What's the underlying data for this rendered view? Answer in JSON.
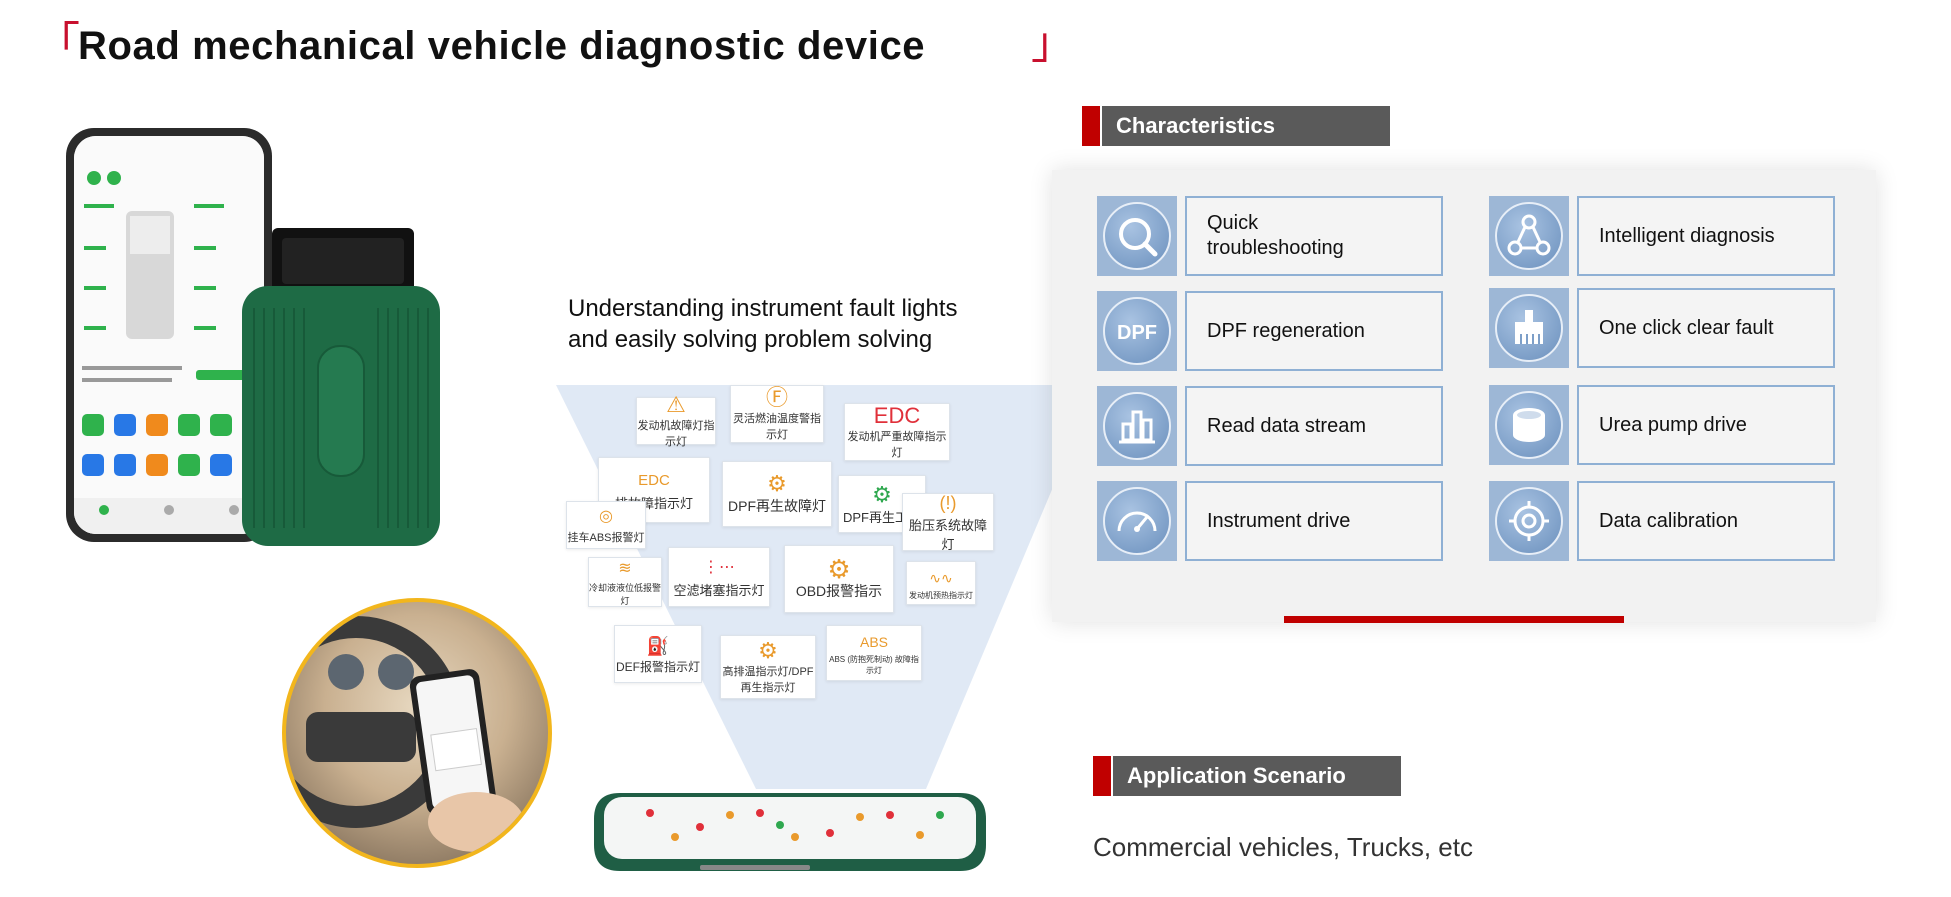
{
  "page": {
    "title": "Road mechanical vehicle diagnostic device",
    "bracket_left": "「",
    "bracket_right": "」"
  },
  "characteristics": {
    "heading": "Characteristics",
    "items": [
      {
        "label": "Quick troubleshooting",
        "icon": "magnifier-icon"
      },
      {
        "label": "Intelligent diagnosis",
        "icon": "network-icon"
      },
      {
        "label": "DPF regeneration",
        "icon": "dpf-icon",
        "icon_text": "DPF"
      },
      {
        "label": "One click clear fault",
        "icon": "clear-fault-icon"
      },
      {
        "label": "Read data stream",
        "icon": "bar-chart-icon"
      },
      {
        "label": "Urea pump drive",
        "icon": "urea-pump-icon"
      },
      {
        "label": "Instrument drive",
        "icon": "gauge-icon"
      },
      {
        "label": "Data calibration",
        "icon": "target-icon"
      }
    ]
  },
  "caption": {
    "line1": "Understanding instrument fault lights",
    "line2": "and easily solving problem solving"
  },
  "fault_lights": [
    {
      "label": "发动机故障灯指示灯",
      "symbol": "⚠"
    },
    {
      "label": "灵活燃油温度警指示灯",
      "symbol": "Ⓕ"
    },
    {
      "label": "发动机严重故障指示灯",
      "symbol": "EDC"
    },
    {
      "label": "排故障指示灯",
      "symbol": "EDC"
    },
    {
      "label": "DPF再生故障灯",
      "symbol": "⚙"
    },
    {
      "label": "DPF再生工作",
      "symbol": "⚙"
    },
    {
      "label": "胎压系统故障灯",
      "symbol": "(!)"
    },
    {
      "label": "挂车ABS报警灯",
      "symbol": "◎"
    },
    {
      "label": "冷却液液位低报警灯",
      "symbol": "≋"
    },
    {
      "label": "空滤堵塞指示灯",
      "symbol": "⋮⋯"
    },
    {
      "label": "OBD报警指示",
      "symbol": "⚙"
    },
    {
      "label": "发动机预热指示灯",
      "symbol": "∿∿"
    },
    {
      "label": "DEF报警指示灯",
      "symbol": "⛽"
    },
    {
      "label": "高排温指示灯/DPF再生指示灯",
      "symbol": "⚙"
    },
    {
      "label": "ABS (防抱死制动) 故障指示灯",
      "symbol": "ABS"
    }
  ],
  "application": {
    "heading": "Application Scenario",
    "text": "Commercial vehicles, Trucks, etc"
  },
  "colors": {
    "accent_red": "#c00000",
    "header_grey": "#5a5a5a",
    "icon_blue": "#7d9fc8",
    "border_blue": "#8fb0d4",
    "device_green": "#1e6b45",
    "ring_yellow": "#f2b61d"
  }
}
